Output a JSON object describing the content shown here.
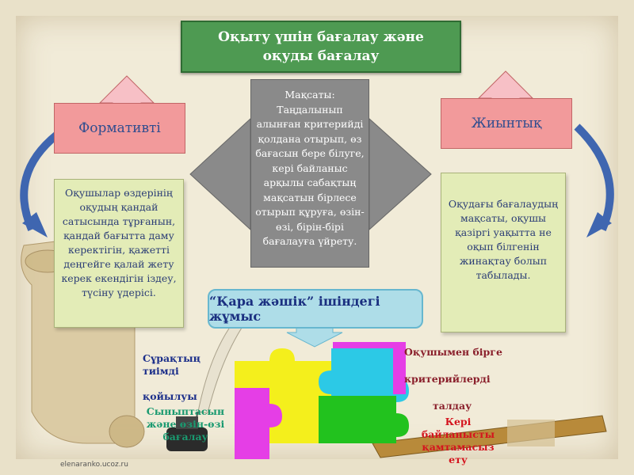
{
  "title": "Оқыту үшін бағалау және оқуды бағалау",
  "formative_label": "Формативті",
  "summative_label": "Жиынтық",
  "center_text": "Мақсаты: Таңдалынып алынған критерийді қолдана отырып, өз бағасын бере білуге, кері байланыс арқылы сабақтың мақсатын бірлесе отырып құруға, өзін-өзі, бірін-бірі бағалауға үйрету.",
  "left_note": "Оқушылар өздерінің оқудың қандай сатысында тұрғанын, қандай бағытта даму керектігін, қажетті деңгейге қалай жету керек екендігін іздеу, түсіну үдерісі.",
  "right_note": "Оқудағы бағалаудың мақсаты, оқушы қазіргі уақытта не оқып білгенін жинақтау болып табылады.",
  "blackbox_title": "“Қара жәшік” ішіндегі жұмыс",
  "puzzle_labels": {
    "questioning_l1": "Сұрақтың",
    "questioning_l2": "тиімді",
    "questioning_l3": "қойылуы",
    "peer_l1": "Сыныптасын",
    "peer_l2": "және өзін-өзі",
    "peer_l3": "бағалау",
    "criteria_l1": "Оқушымен бірге",
    "criteria_l2": "критерийлерді",
    "criteria_l3": "талдау",
    "feedback_l1": "Кері",
    "feedback_l2": "байланысты",
    "feedback_l3": "қамтамасыз ету"
  },
  "site_credit": "elenaranko.ucoz.ru",
  "colors": {
    "banner": "#4e9a52",
    "pink": "#f29a9b",
    "note": "#e3ecb7",
    "center_arrow": "#8a8a8a",
    "puzzle_yellow": "#f4ef1c",
    "puzzle_magenta": "#e53ee6",
    "puzzle_cyan": "#2cc9e6",
    "puzzle_green": "#22c21e",
    "curved_arrow": "#3f66b0"
  }
}
